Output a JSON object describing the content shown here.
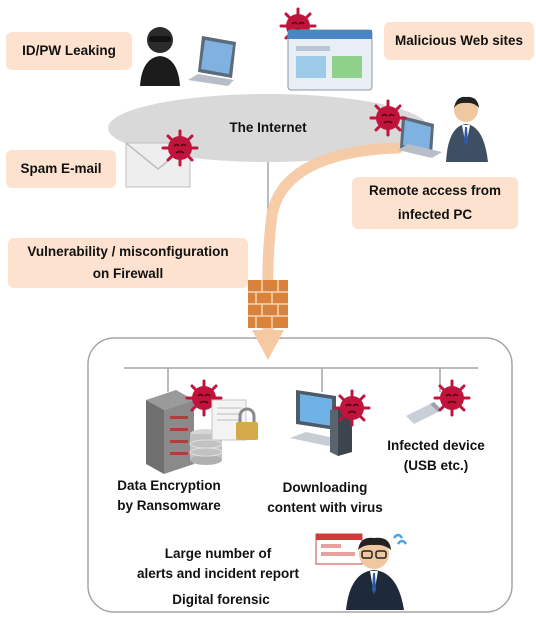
{
  "labels": {
    "id_pw_leaking": "ID/PW Leaking",
    "malicious_web_sites": "Malicious Web sites",
    "internet": "The Internet",
    "spam_email": "Spam E-mail",
    "remote_access_line1": "Remote access from",
    "remote_access_line2": "infected PC",
    "vulnerability_line1": "Vulnerability / misconfiguration",
    "vulnerability_line2": "on Firewall",
    "infected_device_line1": "Infected device",
    "infected_device_line2": "(USB etc.)",
    "data_encryption_line1": "Data Encryption",
    "data_encryption_line2": "by Ransomware",
    "downloading_line1": "Downloading",
    "downloading_line2": "content with virus",
    "alerts_line1": "Large number of",
    "alerts_line2": "alerts and incident report",
    "digital_forensic": "Digital forensic"
  },
  "colors": {
    "label_bg": "#fde3cf",
    "cloud": "#d9d9d9",
    "arrow": "#f7c9a3",
    "virus": "#c0143c",
    "firewall": "#d9823b",
    "network_border": "#a6a6a6"
  },
  "icons": [
    "hacker-icon",
    "laptop-icon",
    "browser-window-icon",
    "envelope-icon",
    "virus-icon",
    "businessman-icon",
    "firewall-icon",
    "server-icon",
    "database-icon",
    "padlock-icon",
    "desktop-pc-icon",
    "usb-drive-icon",
    "alert-window-icon",
    "worried-analyst-icon"
  ]
}
